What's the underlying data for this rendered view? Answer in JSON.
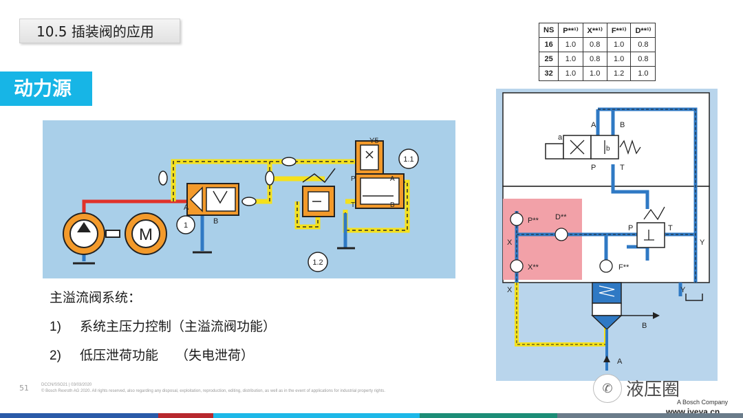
{
  "header": {
    "title": "10.5 插装阀的应用"
  },
  "section": {
    "title": "动力源"
  },
  "left_diagram": {
    "labels": {
      "y5": "Y5",
      "callout_1_1": "1.1",
      "callout_1": "1",
      "callout_1_2": "1.2",
      "motor": "M",
      "port_a": "A",
      "port_b": "B",
      "port_p": "P",
      "port_a2": "A",
      "port_t": "T",
      "port_b2": "B"
    }
  },
  "text": {
    "heading": "主溢流阀系统：",
    "items": [
      {
        "num": "1)",
        "text": "系统主压力控制（主溢流阀功能）"
      },
      {
        "num": "2)",
        "text": "低压泄荷功能　 （失电泄荷）"
      }
    ]
  },
  "table": {
    "headers": [
      "NS",
      "P**¹⁾",
      "X**¹⁾",
      "F**¹⁾",
      "D**¹⁾"
    ],
    "rows": [
      [
        "16",
        "1.0",
        "0.8",
        "1.0",
        "0.8"
      ],
      [
        "25",
        "1.0",
        "0.8",
        "1.0",
        "0.8"
      ],
      [
        "32",
        "1.0",
        "1.0",
        "1.2",
        "1.0"
      ]
    ]
  },
  "right_diagram": {
    "labels": {
      "a_top": "A",
      "b_top": "B",
      "a_valve": "a",
      "b_valve": "b",
      "p_valve": "P",
      "t_valve": "T",
      "p_orifice": "P**",
      "d_orifice": "D**",
      "x_left": "X",
      "x_orifice": "X**",
      "p_relief": "P",
      "t_relief": "T",
      "f_orifice": "F**",
      "y_right": "Y",
      "x_bottom": "X",
      "y_bottom": "Y",
      "b_out": "B",
      "a_in": "A"
    }
  },
  "footer": {
    "page": "51",
    "meta_line1": "DCCN/SSO21 | 03/03/2020",
    "meta_line2": "© Bosch Rexroth AG 2020. All rights reserved, also regarding any disposal, exploitation, reproduction, editing, distribution, as well as in the event of applications for industrial property rights."
  },
  "watermark": {
    "name": "液压圈",
    "sub": "A Bosch Company",
    "url": "www.iyeya.cn"
  },
  "colors": {
    "accent": "#17b5e6",
    "pressure_red": "#e0322a",
    "pilot_yellow": "#f5e11c",
    "tank_blue": "#2f79c4",
    "orange_component": "#f39a2b",
    "highlight_pink": "#f2a1a8"
  }
}
